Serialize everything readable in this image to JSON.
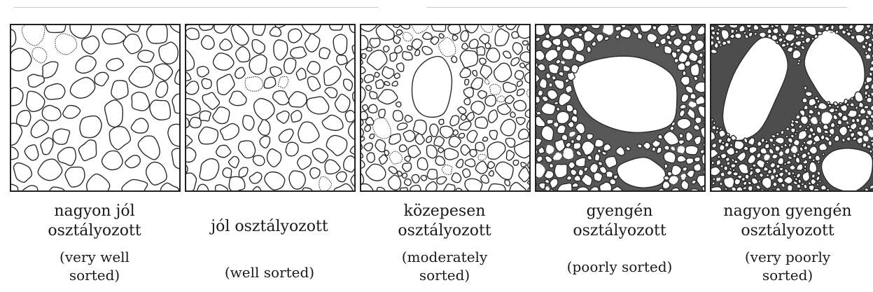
{
  "panels": [
    {
      "hu": "nagyon jól\nosztályozott",
      "en": "(very well\nsorted)",
      "sorting": "very well sorted"
    },
    {
      "hu": "jól osztályozott",
      "en": "(well sorted)",
      "sorting": "well sorted"
    },
    {
      "hu": "közepesen\nosztályozott",
      "en": "(moderately\nsorted)",
      "sorting": "moderately sorted"
    },
    {
      "hu": "gyengén\nosztályozott",
      "en": "(poorly sorted)",
      "sorting": "poorly sorted"
    },
    {
      "hu": "nagyon gyengén\nosztályozott",
      "en": "(very poorly\nsorted)",
      "sorting": "very poorly sorted"
    }
  ],
  "colors": {
    "line": "#2a2a2a",
    "background": "#ffffff"
  }
}
